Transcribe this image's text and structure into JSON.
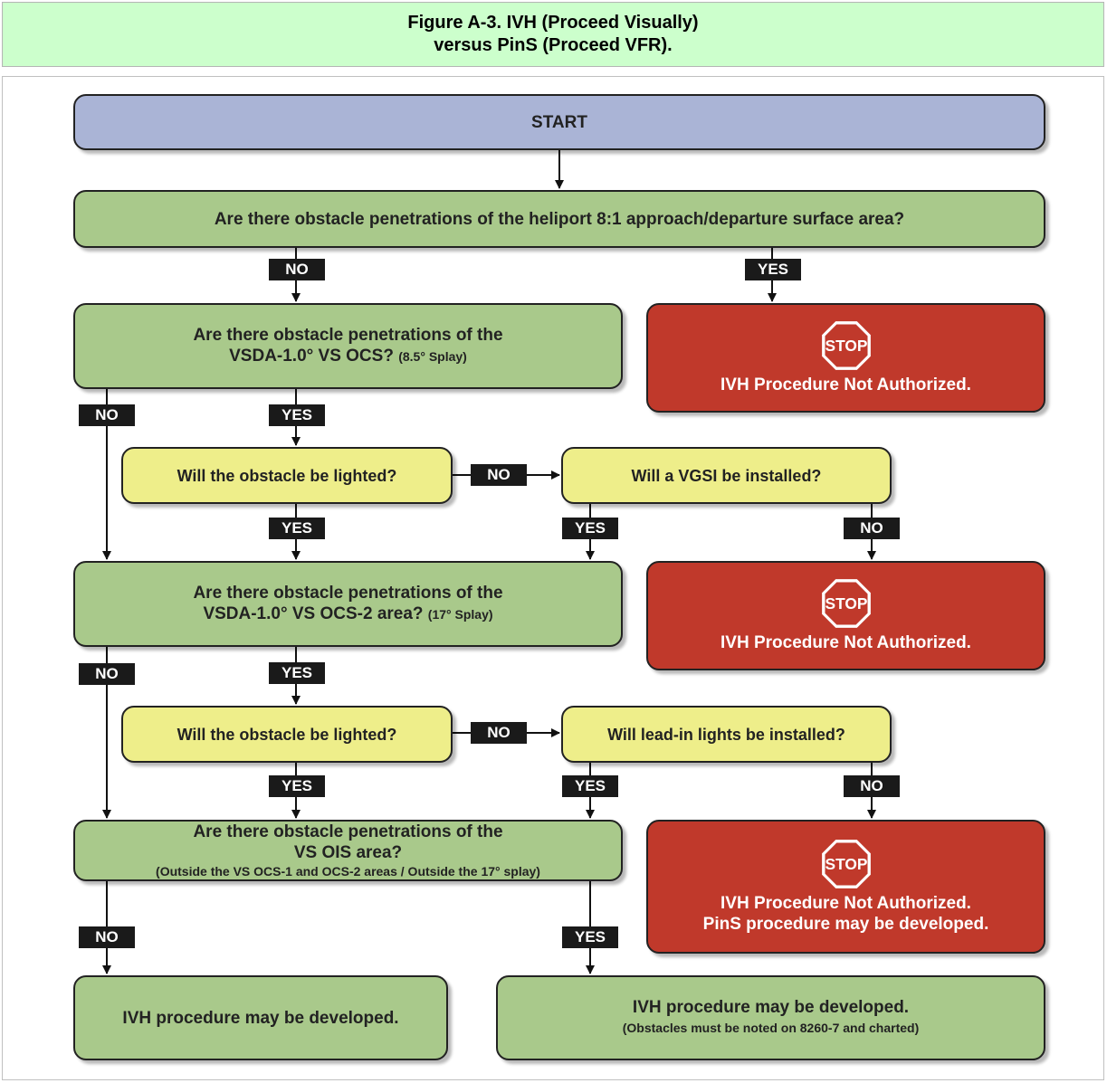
{
  "header": {
    "line1": "Figure A-3.  IVH (Proceed Visually)",
    "line2": "versus PinS (Proceed VFR)."
  },
  "nodes": {
    "start": "START",
    "q1": "Are there obstacle penetrations of the heliport 8:1 approach/departure surface area?",
    "q2_line1": "Are there obstacle penetrations of the",
    "q2_line2": "VSDA-1.0° VS OCS?",
    "q2_note": "(8.5° Splay)",
    "stop1": "IVH Procedure Not Authorized.",
    "q3": "Will the obstacle be lighted?",
    "q4": "Will a VGSI be installed?",
    "q5_line1": "Are there obstacle penetrations of the",
    "q5_line2": "VSDA-1.0° VS OCS-2 area?",
    "q5_note": "(17° Splay)",
    "stop2": "IVH Procedure Not Authorized.",
    "q6": "Will the obstacle be lighted?",
    "q7": "Will lead-in lights be installed?",
    "q8_line1": "Are there obstacle penetrations of the",
    "q8_line2": "VS OIS area?",
    "q8_line3": "(Outside the VS OCS-1 and OCS-2 areas / Outside the 17° splay)",
    "stop3_line1": "IVH Procedure Not Authorized.",
    "stop3_line2": "PinS procedure may be developed.",
    "end1": "IVH procedure may be developed.",
    "end2_line1": "IVH procedure may be developed.",
    "end2_line2": "(Obstacles must be noted on 8260-7 and charted)",
    "stop_sign_text": "STOP"
  },
  "labels": {
    "no": "NO",
    "yes": "YES"
  },
  "colors": {
    "header_bg": "#ccffcc",
    "start": "#aab4d6",
    "question": "#a9c98b",
    "sub_question": "#eeee8a",
    "stop_box": "#c0392b",
    "label_bg": "#1a1a1a"
  }
}
